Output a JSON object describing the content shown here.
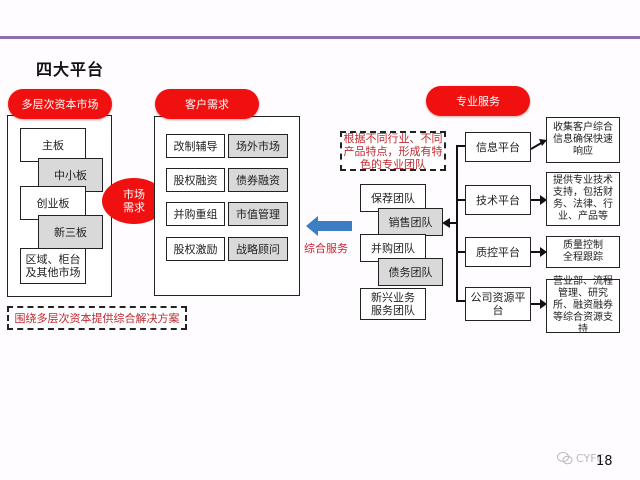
{
  "page": {
    "title": "四大平台",
    "page_number": "18",
    "watermark": "CYFC"
  },
  "left_panel": {
    "header": "多层次资本市场",
    "boards": [
      {
        "label": "主板",
        "shade": "white"
      },
      {
        "label": "中小板",
        "shade": "gray"
      },
      {
        "label": "创业板",
        "shade": "white"
      },
      {
        "label": "新三板",
        "shade": "gray"
      },
      {
        "label": "区域、柜台及其他市场",
        "shade": "white"
      }
    ],
    "footer_note": "围绕多层次资本提供综合解决方案"
  },
  "connector_oval": {
    "label": "市场需求"
  },
  "client_panel": {
    "header": "客户需求",
    "items": [
      [
        "改制辅导",
        "场外市场"
      ],
      [
        "股权融资",
        "债券融资"
      ],
      [
        "并购重组",
        "市值管理"
      ],
      [
        "股权激励",
        "战略顾问"
      ]
    ]
  },
  "comprehensive_arrow": {
    "label": "综合服务",
    "color": "#3d7dc4"
  },
  "professional": {
    "header": "专业服务",
    "note": "根据不同行业、不同产品特点，形成有特色的专业团队",
    "teams": [
      {
        "label": "保荐团队",
        "shade": "white"
      },
      {
        "label": "销售团队",
        "shade": "gray"
      },
      {
        "label": "并购团队",
        "shade": "white"
      },
      {
        "label": "债务团队",
        "shade": "gray"
      },
      {
        "label": "新兴业务服务团队",
        "shade": "white"
      }
    ],
    "platforms": [
      {
        "name": "信息平台",
        "desc": "收集客户综合信息确保快速响应"
      },
      {
        "name": "技术平台",
        "desc": "提供专业技术支持，包括财务、法律、行业、产品等"
      },
      {
        "name": "质控平台",
        "desc": "质量控制全程跟踪"
      },
      {
        "name": "公司资源平台",
        "desc": "营业部、流程管理、研究所、融资融券等综合资源支持"
      }
    ]
  },
  "colors": {
    "accent_red": "#f01010",
    "top_rule": "#8e6fb0",
    "gray_box": "#d9d9d9",
    "note_text": "#c0282f"
  }
}
